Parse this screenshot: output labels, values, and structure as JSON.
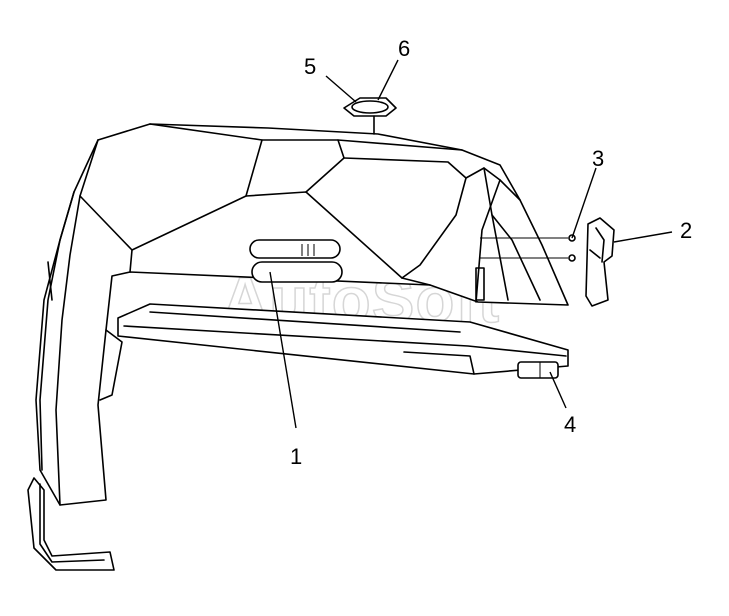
{
  "watermark": "AutoSoft",
  "callouts": [
    {
      "label": "1"
    },
    {
      "label": "2"
    },
    {
      "label": "3"
    },
    {
      "label": "4"
    },
    {
      "label": "5"
    },
    {
      "label": "6"
    }
  ]
}
